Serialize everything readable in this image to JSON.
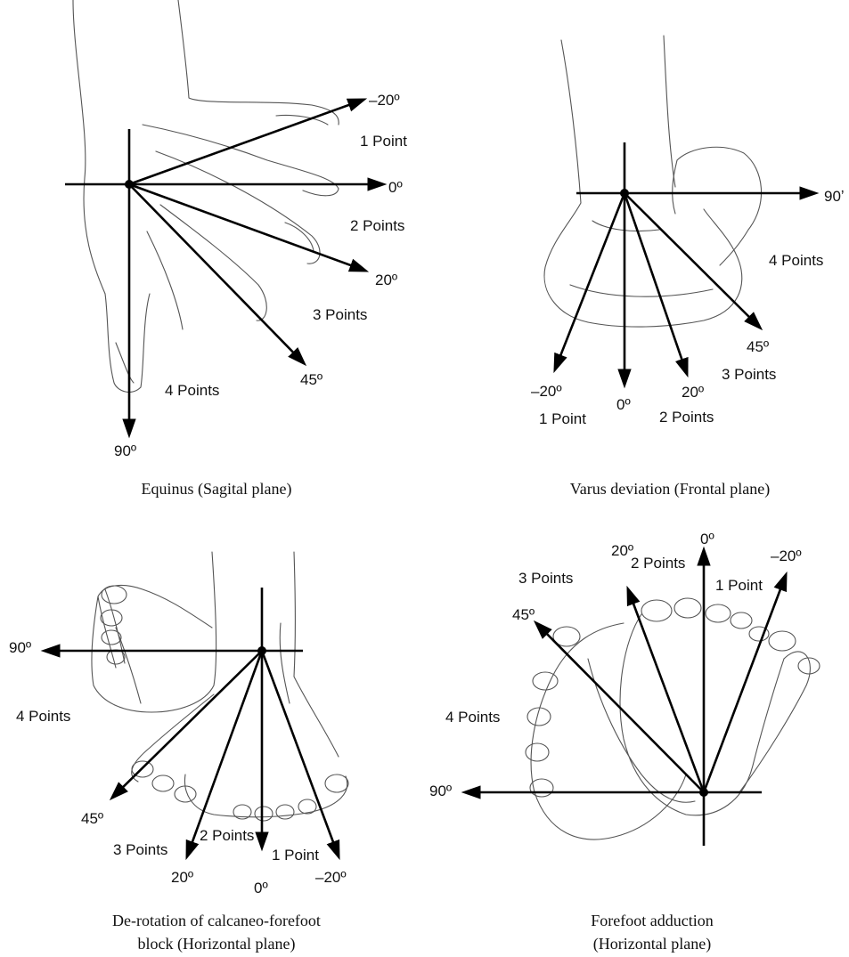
{
  "colors": {
    "ink": "#000000",
    "sketch": "#555555",
    "background": "#ffffff"
  },
  "panels": [
    {
      "id": "equinus",
      "caption": [
        "Equinus (Sagital plane)"
      ],
      "angles": [
        {
          "name": "angle-minus-20",
          "text": "–20º"
        },
        {
          "name": "angle-0",
          "text": "0º"
        },
        {
          "name": "angle-20",
          "text": "20º"
        },
        {
          "name": "angle-45",
          "text": "45º"
        },
        {
          "name": "angle-90",
          "text": "90º"
        }
      ],
      "points": [
        {
          "name": "score-1",
          "text": "1  Point"
        },
        {
          "name": "score-2",
          "text": "2  Points"
        },
        {
          "name": "score-3",
          "text": "3  Points"
        },
        {
          "name": "score-4",
          "text": "4  Points"
        }
      ]
    },
    {
      "id": "varus",
      "caption": [
        "Varus deviation (Frontal plane)"
      ],
      "angles": [
        {
          "name": "angle-90",
          "text": "90ʼ"
        },
        {
          "name": "angle-45",
          "text": "45º"
        },
        {
          "name": "angle-20",
          "text": "20º"
        },
        {
          "name": "angle-0",
          "text": "0º"
        },
        {
          "name": "angle-minus-20",
          "text": "–20º"
        }
      ],
      "points": [
        {
          "name": "score-4",
          "text": "4  Points"
        },
        {
          "name": "score-3",
          "text": "3  Points"
        },
        {
          "name": "score-2",
          "text": "2  Points"
        },
        {
          "name": "score-1",
          "text": "1  Point"
        }
      ]
    },
    {
      "id": "derotation",
      "caption": [
        "De-rotation of calcaneo-forefoot",
        "block (Horizontal plane)"
      ],
      "angles": [
        {
          "name": "angle-90",
          "text": "90º"
        },
        {
          "name": "angle-45",
          "text": "45º"
        },
        {
          "name": "angle-20",
          "text": "20º"
        },
        {
          "name": "angle-0",
          "text": "0º"
        },
        {
          "name": "angle-minus-20",
          "text": "–20º"
        }
      ],
      "points": [
        {
          "name": "score-4",
          "text": "4  Points"
        },
        {
          "name": "score-3",
          "text": "3  Points"
        },
        {
          "name": "score-2",
          "text": "2  Points"
        },
        {
          "name": "score-1",
          "text": "1  Point"
        }
      ]
    },
    {
      "id": "adduction",
      "caption": [
        "Forefoot adduction",
        "(Horizontal plane)"
      ],
      "angles": [
        {
          "name": "angle-0",
          "text": "0º"
        },
        {
          "name": "angle-20",
          "text": "20º"
        },
        {
          "name": "angle-minus-20",
          "text": "–20º"
        },
        {
          "name": "angle-45",
          "text": "45º"
        },
        {
          "name": "angle-90",
          "text": "90º"
        }
      ],
      "points": [
        {
          "name": "score-3",
          "text": "3  Points"
        },
        {
          "name": "score-2",
          "text": "2  Points"
        },
        {
          "name": "score-1",
          "text": "1  Point"
        },
        {
          "name": "score-4",
          "text": "4  Points"
        }
      ]
    }
  ]
}
